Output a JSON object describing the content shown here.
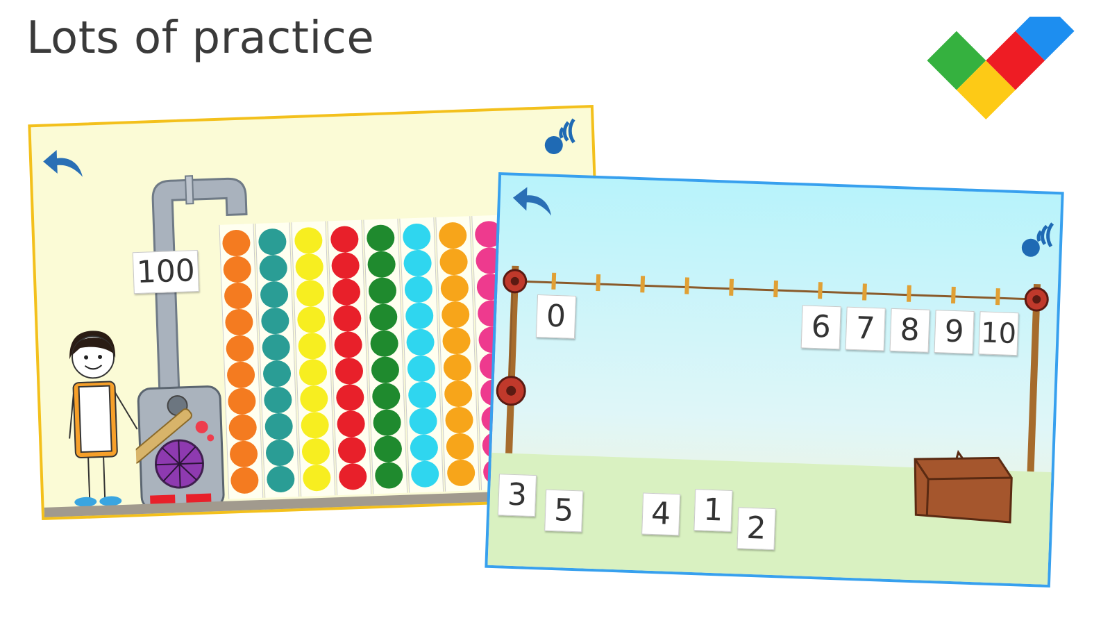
{
  "headline": "Lots of practice",
  "brand": {
    "logo_colors": [
      "#35b13f",
      "#fdca16",
      "#ee1c24",
      "#1d8ef0"
    ]
  },
  "bead_game": {
    "counter_value": "100",
    "back_icon": "back-arrow-icon",
    "audio_icon": "speaker-icon",
    "bead_columns": [
      {
        "color": "#f47b20"
      },
      {
        "color": "#2a9d95"
      },
      {
        "color": "#f7ee20"
      },
      {
        "color": "#e8202a"
      },
      {
        "color": "#1f8a2e"
      },
      {
        "color": "#2fd6ef"
      },
      {
        "color": "#f7a51a"
      },
      {
        "color": "#ee3a8e"
      }
    ]
  },
  "number_line_game": {
    "back_icon": "back-arrow-icon",
    "audio_icon": "speaker-icon",
    "hung_cards": [
      "0",
      "6",
      "7",
      "8",
      "9",
      "10"
    ],
    "ground_cards": [
      "3",
      "5",
      "4",
      "1",
      "2"
    ]
  }
}
